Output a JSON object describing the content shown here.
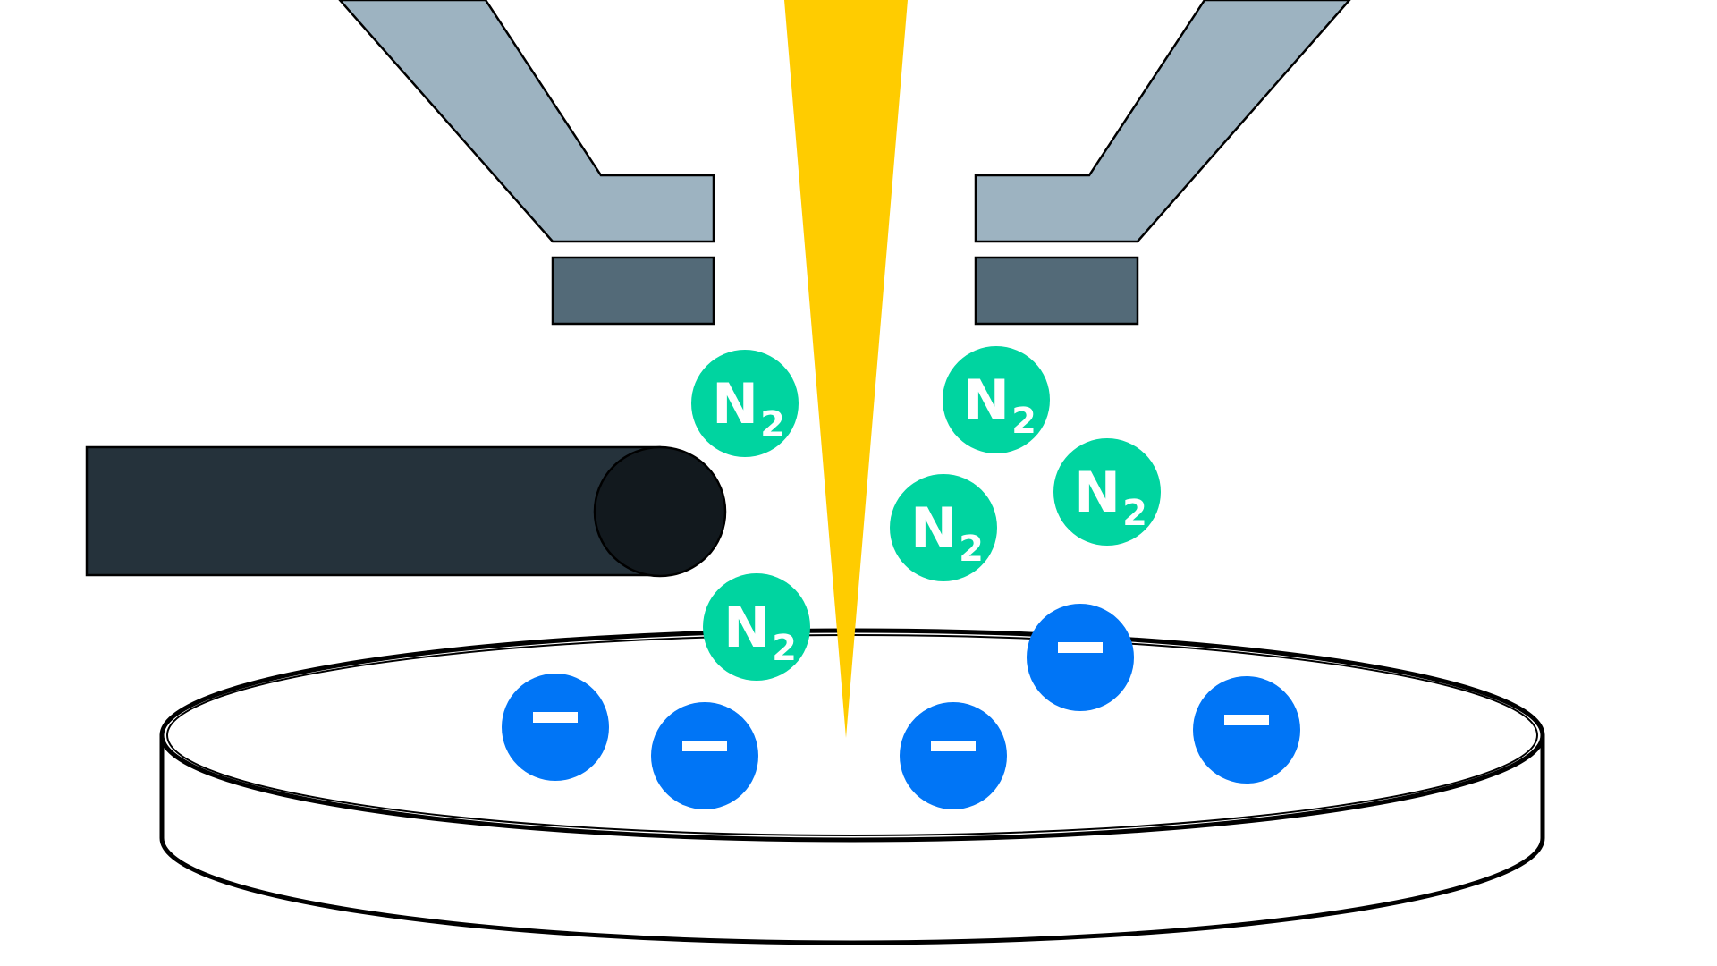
{
  "molecules": [
    {
      "symbol": "N",
      "subscript": "2"
    },
    {
      "symbol": "N",
      "subscript": "2"
    },
    {
      "symbol": "N",
      "subscript": "2"
    },
    {
      "symbol": "N",
      "subscript": "2"
    },
    {
      "symbol": "N",
      "subscript": "2"
    }
  ],
  "charges": [
    {
      "sign": "−"
    },
    {
      "sign": "−"
    },
    {
      "sign": "−"
    },
    {
      "sign": "−"
    },
    {
      "sign": "−"
    }
  ],
  "colors": {
    "background": "#ffffff",
    "arm": "#9db3c1",
    "electrode": "#536a78",
    "emitter_body": "#25323b",
    "emitter_tip": "#12191e",
    "beam": "#ffcc00",
    "molecule": "#00d4a0",
    "charge": "#0075f6",
    "outline": "#000000"
  }
}
